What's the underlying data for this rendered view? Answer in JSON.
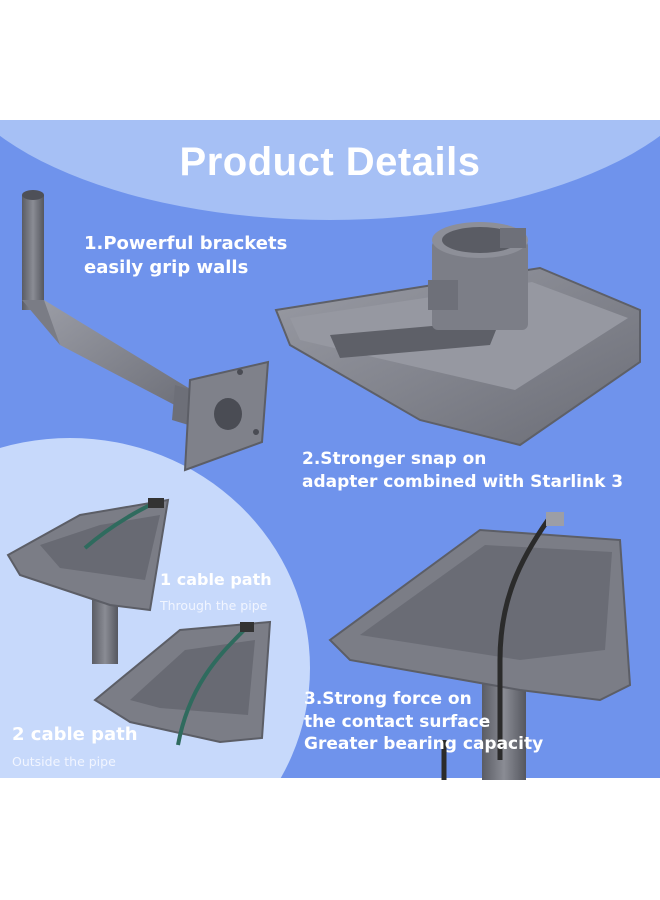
{
  "title": "Product Details",
  "features": [
    {
      "lines": [
        "1.Powerful brackets",
        "easily grip walls"
      ]
    },
    {
      "lines": [
        "2.Stronger snap on",
        "adapter combined with Starlink 3"
      ]
    },
    {
      "lines": [
        "3.Strong force on",
        "the contact surface",
        "Greater bearing capacity"
      ]
    }
  ],
  "cable_paths": [
    {
      "label": "1 cable path",
      "sub": "Through the pipe"
    },
    {
      "label": "2 cable path",
      "sub": "Outside the pipe"
    }
  ],
  "colors": {
    "background": "#6f93ec",
    "highlight": "#c7d9fb",
    "metal": "#7e8089",
    "text": "#ffffff"
  }
}
